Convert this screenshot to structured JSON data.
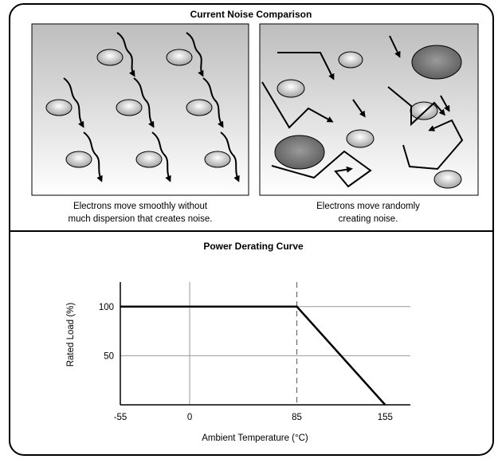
{
  "noise_panel": {
    "title": "Current Noise Comparison",
    "left_caption": [
      "Electrons move smoothly without",
      "much dispersion that creates noise."
    ],
    "right_caption": [
      "Electrons move randomly",
      "creating noise."
    ]
  },
  "chart_data": {
    "type": "line",
    "title": "Power Derating Curve",
    "xlabel": "Ambient Temperature (°C)",
    "ylabel": "Rated Load (%)",
    "xticks": [
      -55,
      0,
      85,
      155
    ],
    "yticks": [
      100,
      50
    ],
    "xlim": [
      -55,
      175
    ],
    "ylim": [
      0,
      125
    ],
    "grid": true,
    "series": [
      {
        "x": [
          -55,
          85,
          155
        ],
        "y": [
          100,
          100,
          0
        ]
      }
    ],
    "reference_line": {
      "x": 85,
      "style": "dashed"
    }
  }
}
